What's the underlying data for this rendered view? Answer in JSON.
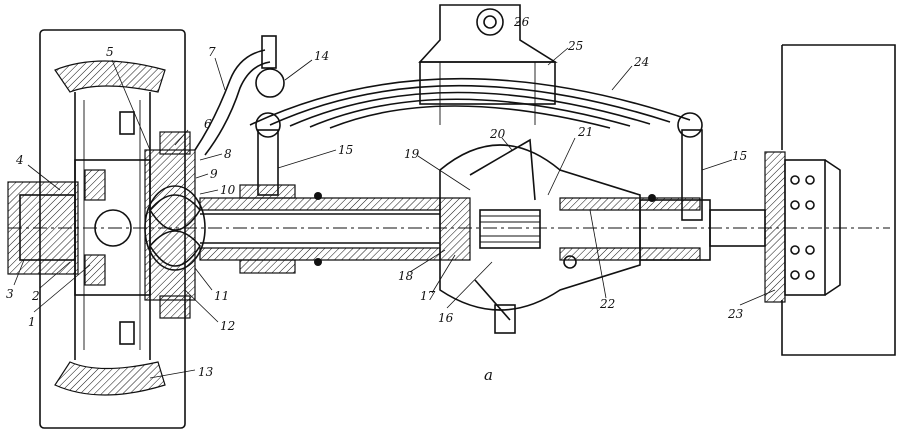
{
  "figure": {
    "caption": "а",
    "callouts": [
      "1",
      "2",
      "3",
      "4",
      "5",
      "6",
      "7",
      "8",
      "9",
      "10",
      "11",
      "12",
      "13",
      "14",
      "15",
      "15",
      "16",
      "17",
      "18",
      "19",
      "20",
      "21",
      "22",
      "23",
      "24",
      "25",
      "26"
    ]
  }
}
